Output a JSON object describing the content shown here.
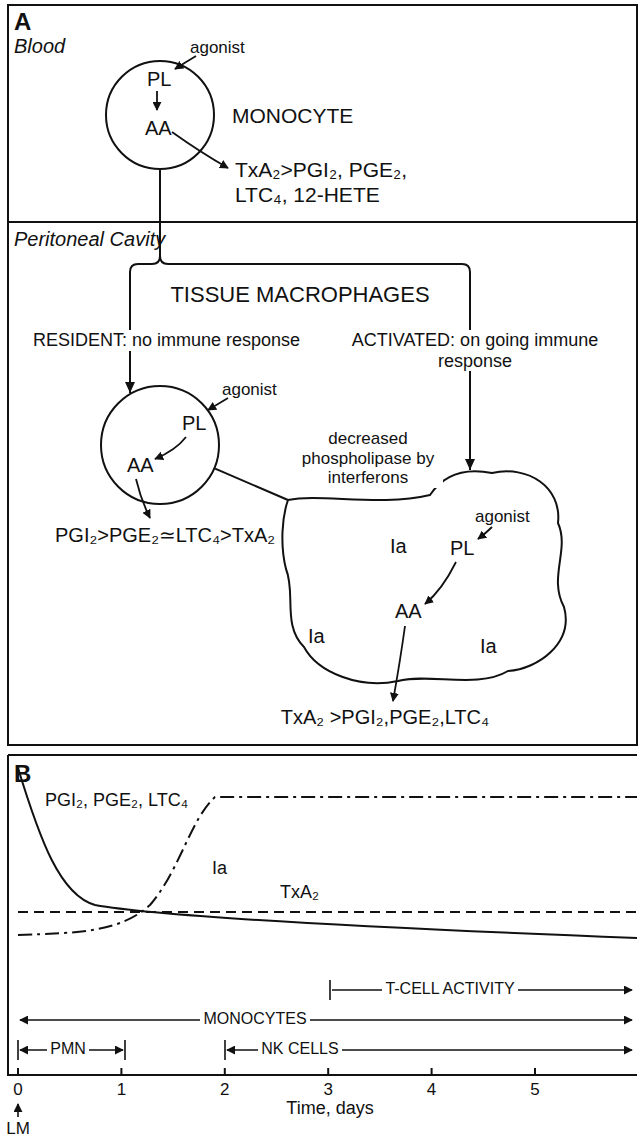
{
  "diagram": {
    "nodes": [
      {
        "text": [
          "PL",
          "AA"
        ]
      },
      {
        "text": [
          "PL",
          "AA"
        ]
      },
      {
        "text": [
          "PL",
          "AA",
          "agonist",
          "Ia",
          "Ia",
          "Ia"
        ]
      }
    ],
    "edges": [
      {
        "from": 0,
        "to": 1,
        "arrow": "to"
      },
      {
        "from": 0,
        "to": 2,
        "arrow": "to"
      },
      {
        "from": 1,
        "to": 2,
        "label": "decreased phospholipase by interferons",
        "arrow": "none"
      }
    ],
    "labels": [
      "A",
      "Blood",
      "agonist",
      "MONOCYTE",
      "TxA₂>PGI₂, PGE₂,",
      "LTC₄, 12-HETE",
      "Peritoneal Cavity",
      "TISSUE MACROPHAGES",
      "RESIDENT: no immune response",
      "ACTIVATED: on going immune response",
      "agonist",
      "PGI₂>PGE₂≃LTC₄>TxA₂",
      "TxA₂ >PGI₂,PGE₂,LTC₄",
      "B",
      "PGI₂, PGE₂, LTC₄",
      "Ia",
      "TxA₂",
      "T-CELL ACTIVITY",
      "MONOCYTES",
      "PMN",
      "NK CELLS",
      "0",
      "1",
      "2",
      "3",
      "4",
      "5",
      "Time, days",
      "LM"
    ]
  }
}
